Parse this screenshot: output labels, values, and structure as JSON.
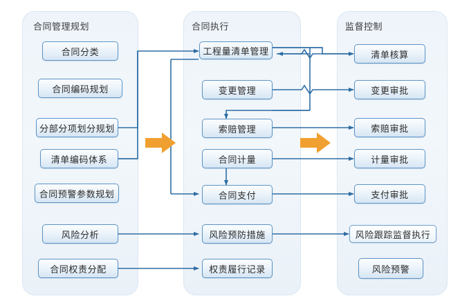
{
  "diagram": {
    "title": "",
    "colors": {
      "panel_fill": "#eff5fa",
      "panel_border": "#dbe7f2",
      "node_border": "#5b93c4",
      "node_fill_top": "#fbfdfe",
      "node_fill_bottom": "#d6e6f4",
      "connector": "#2e6da4",
      "big_arrow": "#f0a030",
      "text": "#2b2b2b"
    },
    "columns": [
      {
        "id": "planning",
        "title": "合同管理规划",
        "nodes": [
          {
            "id": "p1",
            "label": "合同分类"
          },
          {
            "id": "p2",
            "label": "合同编码规划"
          },
          {
            "id": "p3",
            "label": "分部分项划分规划"
          },
          {
            "id": "p4",
            "label": "清单编码体系"
          },
          {
            "id": "p5",
            "label": "合同预警参数规划"
          },
          {
            "id": "p6",
            "label": "风险分析"
          },
          {
            "id": "p7",
            "label": "合同权责分配"
          }
        ]
      },
      {
        "id": "execution",
        "title": "合同执行",
        "nodes": [
          {
            "id": "e1",
            "label": "工程量清单管理"
          },
          {
            "id": "e2",
            "label": "变更管理"
          },
          {
            "id": "e3",
            "label": "索赔管理"
          },
          {
            "id": "e4",
            "label": "合同计量"
          },
          {
            "id": "e5",
            "label": "合同支付"
          },
          {
            "id": "e6",
            "label": "风险预防措施"
          },
          {
            "id": "e7",
            "label": "权责履行记录"
          }
        ]
      },
      {
        "id": "supervision",
        "title": "监督控制",
        "nodes": [
          {
            "id": "s1",
            "label": "清单核算"
          },
          {
            "id": "s2",
            "label": "变更审批"
          },
          {
            "id": "s3",
            "label": "索赔审批"
          },
          {
            "id": "s4",
            "label": "计量审批"
          },
          {
            "id": "s5",
            "label": "支付审批"
          },
          {
            "id": "s6",
            "label": "风险跟踪监督执行"
          },
          {
            "id": "s7",
            "label": "风险预警"
          }
        ]
      }
    ],
    "stage_arrows": [
      {
        "id": "arrow-planning-to-execution",
        "name": "stage-arrow-1"
      },
      {
        "id": "arrow-execution-to-supervision",
        "name": "stage-arrow-2"
      }
    ]
  }
}
